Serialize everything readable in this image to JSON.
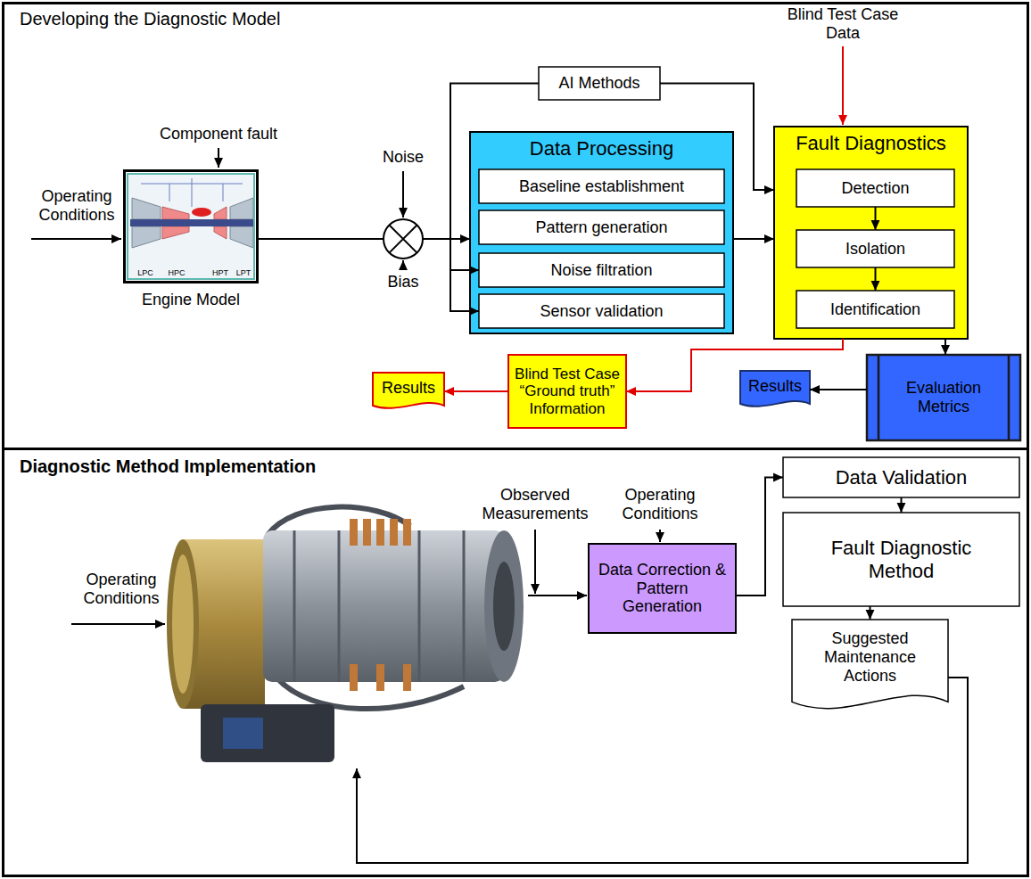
{
  "diagram": {
    "nodes": [
      {
        "text": [
          "Developing the Diagnostic Model"
        ]
      },
      {
        "text": [
          "Engine Model"
        ],
        "in": 0
      },
      {
        "text": [
          "AI Methods"
        ],
        "in": 0
      },
      {
        "text": [
          "Data Processing"
        ],
        "in": 0
      },
      {
        "text": [
          "Baseline establishment"
        ],
        "in": 3
      },
      {
        "text": [
          "Pattern generation"
        ],
        "in": 3
      },
      {
        "text": [
          "Noise filtration"
        ],
        "in": 3
      },
      {
        "text": [
          "Sensor validation"
        ],
        "in": 3
      },
      {
        "text": [
          "Fault Diagnostics"
        ],
        "in": 0
      },
      {
        "text": [
          "Detection"
        ],
        "in": 8
      },
      {
        "text": [
          "Isolation"
        ],
        "in": 8
      },
      {
        "text": [
          "Identification"
        ],
        "in": 8
      },
      {
        "text": [
          "Results"
        ],
        "in": 0
      },
      {
        "text": [
          "Blind Test Case “Ground truth” Information"
        ],
        "in": 0
      },
      {
        "text": [
          "Results"
        ],
        "in": 0
      },
      {
        "text": [
          "Evaluation Metrics"
        ],
        "in": 0
      },
      {
        "text": [
          "Diagnostic Method Implementation"
        ]
      },
      {
        "text": [
          "Data Correction & Pattern Generation"
        ],
        "in": 16
      },
      {
        "text": [
          "Data Validation"
        ],
        "in": 16
      },
      {
        "text": [
          "Fault Diagnostic Method"
        ],
        "in": 16
      },
      {
        "text": [
          "Suggested Maintenance Actions"
        ],
        "in": 16
      }
    ],
    "edges": [
      {
        "from": 1,
        "to": 3,
        "arrow": "to"
      },
      {
        "from": 1,
        "to": 6,
        "arrow": "to"
      },
      {
        "from": 1,
        "to": 7,
        "arrow": "to"
      },
      {
        "from": 1,
        "to": 2,
        "arrow": "none"
      },
      {
        "from": 3,
        "to": 8,
        "arrow": "to"
      },
      {
        "from": 2,
        "to": 8,
        "arrow": "to"
      },
      {
        "from": 9,
        "to": 10,
        "arrow": "to"
      },
      {
        "from": 10,
        "to": 11,
        "arrow": "to"
      },
      {
        "from": 8,
        "to": 15,
        "arrow": "to"
      },
      {
        "from": 15,
        "to": 14,
        "arrow": "to"
      },
      {
        "from": 8,
        "to": 13,
        "arrow": "to"
      },
      {
        "from": 13,
        "to": 12,
        "arrow": "to"
      },
      {
        "from": 17,
        "to": 18,
        "arrow": "to"
      },
      {
        "from": 18,
        "to": 19,
        "arrow": "to"
      },
      {
        "from": 19,
        "to": 20,
        "arrow": "to"
      }
    ],
    "labels": [
      "Operating Conditions",
      "Component fault",
      "Noise",
      "Bias",
      "Blind Test Case Data",
      "LPC",
      "HPC",
      "HPT",
      "LPT",
      "Operating Conditions",
      "Observed Measurements",
      "Operating Conditions"
    ]
  }
}
